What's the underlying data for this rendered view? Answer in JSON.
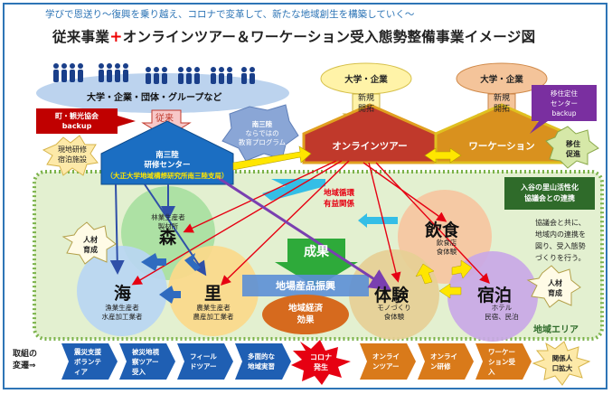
{
  "header": {
    "subtitle": "学びで恩送り～復興を乗り越え、コロナで変革して、新たな地域創生を構築していく～",
    "title_left": "従来事業",
    "title_plus": "+",
    "title_right": "オンラインツアー＆ワーケーション受入態勢整備事業イメージ図"
  },
  "top": {
    "groups_label": "大学・企業・団体・グループなど",
    "town_association": [
      "町・観光協会",
      "backup"
    ],
    "conventional_tag": "従来",
    "onsite_training": [
      "現地研修",
      "宿泊施設"
    ],
    "center": [
      "南三陸",
      "研修センター",
      "（大正大学地域構想研究所南三陸支局）"
    ],
    "education_program": [
      "南三陸",
      "ならではの",
      "教育プログラム"
    ],
    "univ_company_1": "大学・企業",
    "univ_company_2": "大学・企業",
    "new_development_1": [
      "新規",
      "開拓"
    ],
    "new_development_2": [
      "新規",
      "開拓"
    ],
    "online_tour": "オンラインツアー",
    "workation": "ワーケーション",
    "migration_center": [
      "移住定住",
      "センター",
      "backup"
    ],
    "migration_promotion": [
      "移住",
      "促進"
    ]
  },
  "area": {
    "circular_relation": [
      "地域循環",
      "有益関係"
    ],
    "satoyama_box": [
      "入谷の里山活性化",
      "協議会との連携"
    ],
    "cooperation_note": [
      "協議会と共に、",
      "地域内の連携を",
      "図り、受入態勢",
      "づくりを行う。"
    ],
    "forest_title": "森",
    "forest_sub": [
      "林業生産者",
      "製材所"
    ],
    "sea_title": "海",
    "sea_sub": [
      "漁業生産者",
      "水産加工業者"
    ],
    "village_title": "里",
    "village_sub": [
      "農業生産者",
      "農産加工業者"
    ],
    "food_title": "飲食",
    "food_sub": [
      "飲食店",
      "食体験"
    ],
    "experience_title": "体験",
    "experience_sub": [
      "モノづくり",
      "食体験"
    ],
    "lodging_title": "宿泊",
    "lodging_sub": [
      "ホテル",
      "民宿、民泊"
    ],
    "outcome": "成果",
    "local_products": "地場産品振興",
    "economic_effect": [
      "地域経済",
      "効果"
    ],
    "hr_left": [
      "人材",
      "育成"
    ],
    "hr_right": [
      "人材",
      "育成"
    ],
    "area_label": "地域エリア"
  },
  "flow": {
    "label": [
      "取組の",
      "変遷⇒"
    ],
    "steps": [
      [
        "震災支援",
        "ボランテ",
        "ィア"
      ],
      [
        "被災地視",
        "察ツアー",
        "受入"
      ],
      [
        "フィール",
        "ドツアー"
      ],
      [
        "多面的な",
        "地域実習"
      ],
      [
        "コロナ",
        "発生"
      ],
      [
        "オンライ",
        "ンツアー"
      ],
      [
        "オンライ",
        "ン研修"
      ],
      [
        "ワーケー",
        "ション受",
        "入"
      ],
      [
        "関係人",
        "口拡大"
      ]
    ]
  },
  "colors": {
    "blue_step": "#1f5fb3",
    "orange_step": "#d97a1a",
    "red_burst": "#e60012",
    "area_green": "#e3f0d0",
    "online_red": "#c0392b",
    "workation_orange": "#d9911e",
    "center_blue": "#1b6ec2"
  }
}
